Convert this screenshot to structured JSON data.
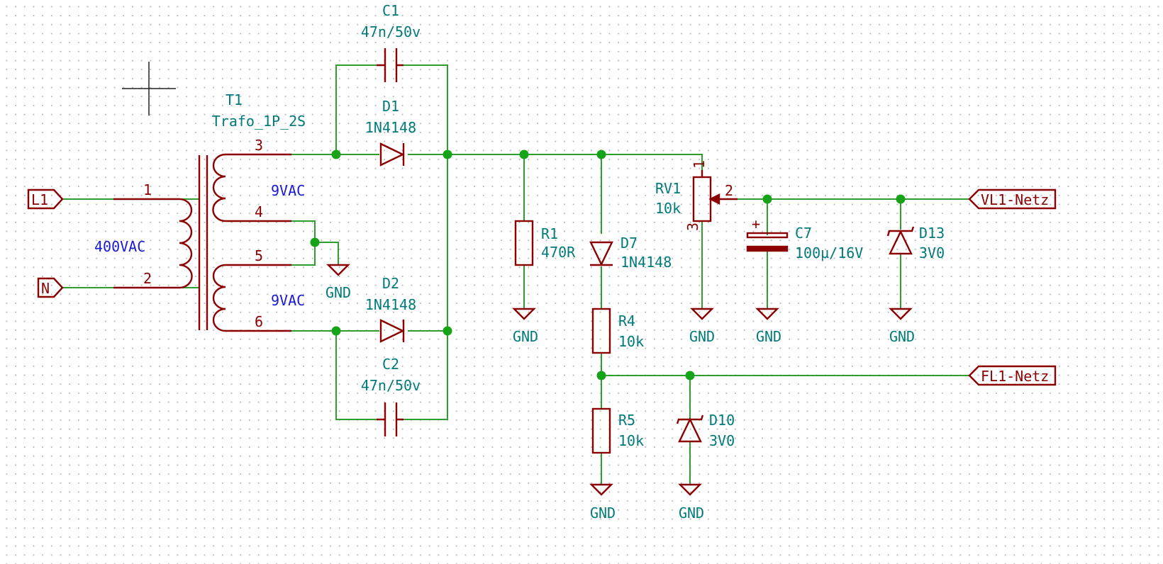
{
  "transformer": {
    "ref": "T1",
    "value": "Trafo_1P_2S",
    "pins": [
      "1",
      "2",
      "3",
      "4",
      "5",
      "6"
    ],
    "primary_note": "400VAC",
    "secondary_top_note": "9VAC",
    "secondary_bottom_note": "9VAC"
  },
  "ports": {
    "l1": "L1",
    "n": "N",
    "vl1": "VL1-Netz",
    "fl1": "FL1-Netz"
  },
  "components": {
    "c1": {
      "ref": "C1",
      "value": "47n/50v"
    },
    "c2": {
      "ref": "C2",
      "value": "47n/50v"
    },
    "d1": {
      "ref": "D1",
      "value": "1N4148"
    },
    "d2": {
      "ref": "D2",
      "value": "1N4148"
    },
    "r1": {
      "ref": "R1",
      "value": "470R"
    },
    "d7": {
      "ref": "D7",
      "value": "1N4148"
    },
    "r4": {
      "ref": "R4",
      "value": "10k"
    },
    "r5": {
      "ref": "R5",
      "value": "10k"
    },
    "d10": {
      "ref": "D10",
      "value": "3V0"
    },
    "rv1": {
      "ref": "RV1",
      "value": "10k",
      "pins": [
        "1",
        "2",
        "3"
      ]
    },
    "c7": {
      "ref": "C7",
      "value": "100µ/16V",
      "polarity": "+"
    },
    "d13": {
      "ref": "D13",
      "value": "3V0"
    }
  },
  "gnd_label": "GND"
}
